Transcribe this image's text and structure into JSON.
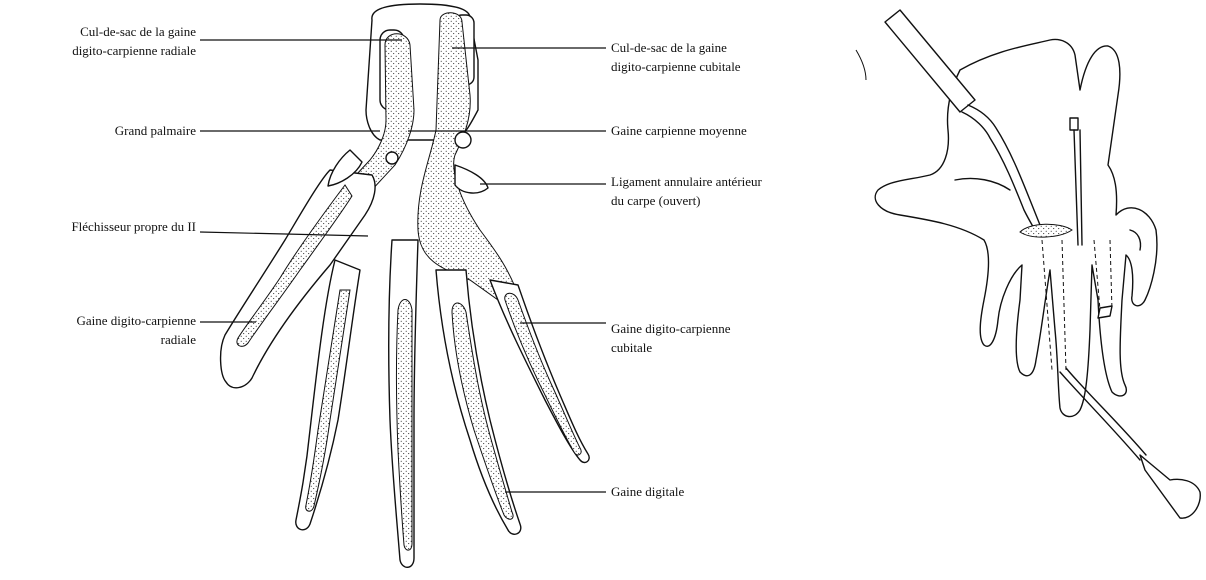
{
  "figure": {
    "left_panel": {
      "labels_left": [
        {
          "name": "cul-de-sac-radial",
          "lines": [
            "Cul-de-sac de la gaine",
            "digito-carpienne radiale"
          ]
        },
        {
          "name": "grand-palmaire",
          "lines": [
            "Grand palmaire"
          ]
        },
        {
          "name": "flechisseur-propre",
          "lines": [
            "Fléchisseur propre du II"
          ]
        },
        {
          "name": "gaine-radiale",
          "lines": [
            "Gaine digito-carpienne",
            "radiale"
          ]
        }
      ],
      "labels_right": [
        {
          "name": "cul-de-sac-cubital",
          "lines": [
            "Cul-de-sac de la gaine",
            "digito-carpienne cubitale"
          ]
        },
        {
          "name": "gaine-carpienne-moyenne",
          "lines": [
            "Gaine carpienne moyenne"
          ]
        },
        {
          "name": "ligament-annulaire",
          "lines": [
            "Ligament annulaire antérieur",
            "du carpe (ouvert)"
          ]
        },
        {
          "name": "gaine-cubitale",
          "lines": [
            "Gaine digito-carpienne",
            "cubitale"
          ]
        },
        {
          "name": "gaine-digitale",
          "lines": [
            "Gaine digitale"
          ]
        }
      ]
    }
  }
}
